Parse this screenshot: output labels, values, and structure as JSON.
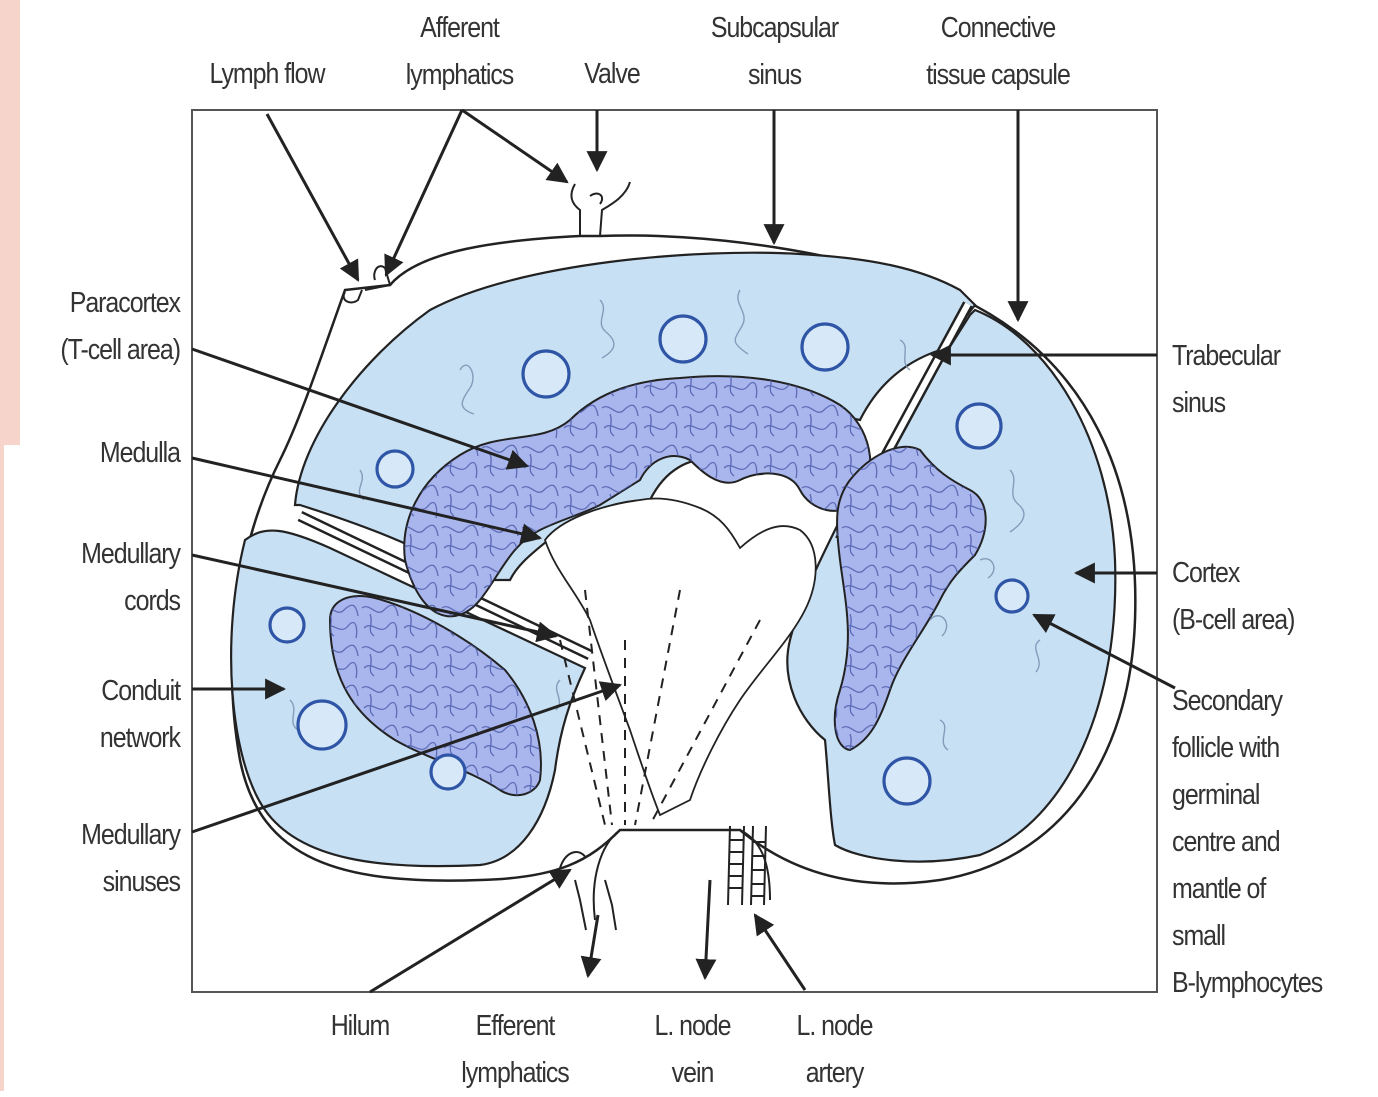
{
  "labels": {
    "lymph_flow": "Lymph flow",
    "afferent_lymphatics": "Afferent\nlymphatics",
    "valve": "Valve",
    "subcapsular_sinus": "Subcapsular\nsinus",
    "connective_tissue_capsule": "Connective\ntissue capsule",
    "paracortex": "Paracortex\n(T-cell area)",
    "medulla": "Medulla",
    "medullary_cords": "Medullary\ncords",
    "conduit_network": "Conduit\nnetwork",
    "medullary_sinuses": "Medullary\nsinuses",
    "trabecular_sinus": "Trabecular\nsinus",
    "cortex": "Cortex\n(B-cell area)",
    "secondary_follicle": "Secondary\nfollicle with\ngerminal\ncentre and\nmantle of\nsmall\nB-lymphocytes",
    "hilum": "Hilum",
    "efferent_lymphatics": "Efferent\nlymphatics",
    "node_vein": "L. node\nvein",
    "node_artery": "L. node\nartery"
  },
  "colors": {
    "cortex_fill": "#c8e0f4",
    "paracortex_fill": "#a9b6ee",
    "follicle_stroke": "#2f55a6",
    "outline": "#222222"
  }
}
